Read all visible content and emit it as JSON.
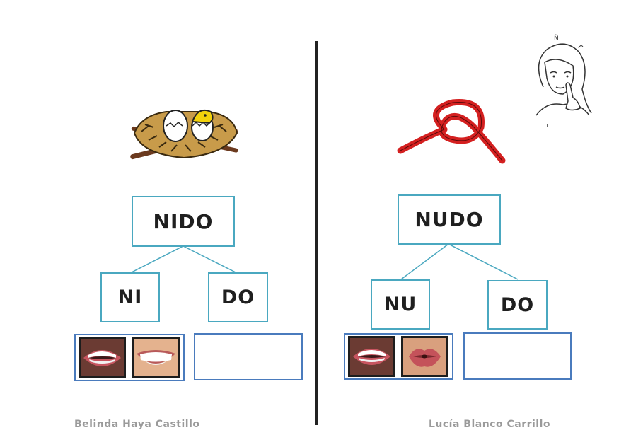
{
  "left": {
    "word": "NIDO",
    "syllables": [
      "NI",
      "DO"
    ],
    "image": "nest-with-hatching-egg-icon",
    "mouth_cards": [
      "open-mouth-teeth-icon",
      "wide-smile-teeth-icon"
    ]
  },
  "right": {
    "word": "NUDO",
    "syllables": [
      "NU",
      "DO"
    ],
    "image": "red-knot-icon",
    "sign_label": "Ñ",
    "mouth_cards": [
      "open-mouth-teeth-icon",
      "pursed-lips-icon"
    ]
  },
  "footer": {
    "left": "Belinda Haya Castillo",
    "right": "Lucía Blanco Carrillo"
  },
  "colors": {
    "box_border": "#4aa8c0",
    "frame_border": "#4a7bbd",
    "knot": "#d42020"
  }
}
